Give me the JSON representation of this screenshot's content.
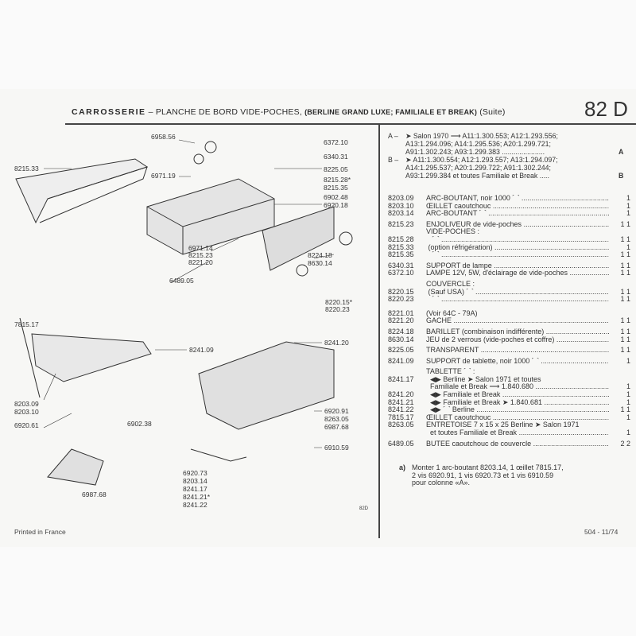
{
  "header": {
    "section": "CARROSSERIE",
    "dash": "–",
    "title": "PLANCHE DE BORD VIDE-POCHES,",
    "subtitle": "(BERLINE GRAND LUXE; FAMILIALE ET BREAK)",
    "suite": "(Suite)",
    "page_number": "82 D"
  },
  "applicability": {
    "A": {
      "key": "A –",
      "text1": "➤ Salon 1970 ⟶ A11:1.300.553; A12:1.293.556;",
      "text2": "A13:1.294.096; A14:1.295.536; A20:1.299.721;",
      "text3": "A91:1.302.243; A93:1.299.383 ......................",
      "mark": "A"
    },
    "B": {
      "key": "B –",
      "text1": "➤ A11:1.300.554; A12:1.293.557; A13:1.294.097;",
      "text2": "A14:1.295.537; A20:1.299.722; A91:1.302.244;",
      "text3": "A93:1.299.384 et toutes Familiale et Break .....",
      "mark": "B"
    }
  },
  "parts": [
    {
      "ref": "8203.09",
      "desc": "ARC-BOUTANT, noir 1000 ⌒",
      "qty": "1",
      "gap": 0
    },
    {
      "ref": "8203.10",
      "desc": "ŒILLET caoutchouc",
      "qty": "1",
      "gap": 0
    },
    {
      "ref": "8203.14",
      "desc": "ARC-BOUTANT ⌒",
      "qty": "1",
      "gap": 0
    },
    {
      "ref": "8215.23",
      "desc": "ENJOLIVEUR de vide-poches",
      "qty": "1 1",
      "gap": 1
    },
    {
      "ref": "",
      "desc": "VIDE-POCHES :",
      "qty": "",
      "gap": 0
    },
    {
      "ref": "8215.28",
      "desc": "   ⌒",
      "qty": "1 1",
      "gap": 0
    },
    {
      "ref": "8215.33",
      "desc": " (option réfrigération)",
      "qty": "1",
      "gap": 0
    },
    {
      "ref": "8215.35",
      "desc": "   ⌒",
      "qty": "1 1",
      "gap": 0
    },
    {
      "ref": "6340.31",
      "desc": "SUPPORT de lampe",
      "qty": "1 1",
      "gap": 1
    },
    {
      "ref": "6372.10",
      "desc": "LAMPE 12V, 5W, d'éclairage de vide-poches",
      "qty": "1 1",
      "gap": 0
    },
    {
      "ref": "",
      "desc": "COUVERCLE :",
      "qty": "",
      "gap": 1
    },
    {
      "ref": "8220.15",
      "desc": " (Sauf USA) ⌒",
      "qty": "1 1",
      "gap": 0
    },
    {
      "ref": "8220.23",
      "desc": "   ⌒",
      "qty": "1 1",
      "gap": 0
    },
    {
      "ref": "8221.01",
      "desc": "(Voir 64C - 79A)",
      "qty": "",
      "gap": 2
    },
    {
      "ref": "8221.20",
      "desc": "GACHE",
      "qty": "1 1",
      "gap": 0
    },
    {
      "ref": "8224.18",
      "desc": "BARILLET (combinaison indifférente)",
      "qty": "1 1",
      "gap": 1
    },
    {
      "ref": "8630.14",
      "desc": "JEU de 2 verrous (vide-poches et coffre)",
      "qty": "1 1",
      "gap": 0
    },
    {
      "ref": "8225.05",
      "desc": "TRANSPARENT",
      "qty": "1 1",
      "gap": 1
    },
    {
      "ref": "8241.09",
      "desc": "SUPPORT de tablette, noir 1000 ⌒",
      "qty": "1",
      "gap": 1
    },
    {
      "ref": "",
      "desc": "TABLETTE ⌒ :",
      "qty": "",
      "gap": 1
    },
    {
      "ref": "8241.17",
      "desc": "  ◀▶ Berline ➤ Salon 1971 et toutes",
      "qty": "",
      "gap": 0
    },
    {
      "ref": "",
      "desc": "  Familiale et Break ⟶ 1.840.680",
      "qty": "1",
      "gap": 0
    },
    {
      "ref": "8241.20",
      "desc": "  ◀▶ Familiale et Break",
      "qty": "1",
      "gap": 0
    },
    {
      "ref": "8241.21",
      "desc": "  ◀▶ Familiale et Break ➤ 1.840.681",
      "qty": "1",
      "gap": 0
    },
    {
      "ref": "8241.22",
      "desc": "  ◀▶ ⌒ Berline",
      "qty": "1 1",
      "gap": 0
    },
    {
      "ref": "7815.17",
      "desc": "ŒILLET caoutchouc",
      "qty": "1",
      "gap": 0
    },
    {
      "ref": "8263.05",
      "desc": "ENTRETOISE 7 x 15 x 25 Berline ➤ Salon 1971",
      "qty": "",
      "gap": 0
    },
    {
      "ref": "",
      "desc": "  et toutes Familiale et Break",
      "qty": "1",
      "gap": 0
    },
    {
      "ref": "6489.05",
      "desc": "BUTEE caoutchouc de couvercle",
      "qty": "2 2",
      "gap": 1
    }
  ],
  "note": {
    "key": "a)",
    "lines": [
      "Monter 1 arc-boutant 8203.14, 1 œillet 7815.17,",
      "2 vis 6920.91,  1 vis 6920.73  et 1 vis 6910.59",
      "pour colonne «A»."
    ]
  },
  "diagram_labels": [
    "6958.56",
    "6372.10",
    "6340.31",
    "8215.33",
    "6971.19",
    "8225.05",
    "8215.28*",
    "8215.35",
    "6902.48",
    "6920.18",
    "6971.14",
    "8215.23",
    "8221.20",
    "8224.18",
    "8630.14",
    "6489.05",
    "8220.15*",
    "8220.23",
    "7815.17",
    "8241.09",
    "8241.20",
    "8203.09",
    "8203.10",
    "6920.61",
    "6920.91",
    "8263.05",
    "6987.68",
    "6902.38",
    "6910.59",
    "6920.73",
    "8203.14",
    "8241.17",
    "8241.21*",
    "8241.22",
    "6987.68",
    "82D"
  ],
  "footer": {
    "left": "Printed in France",
    "right": "504 - 11/74"
  }
}
